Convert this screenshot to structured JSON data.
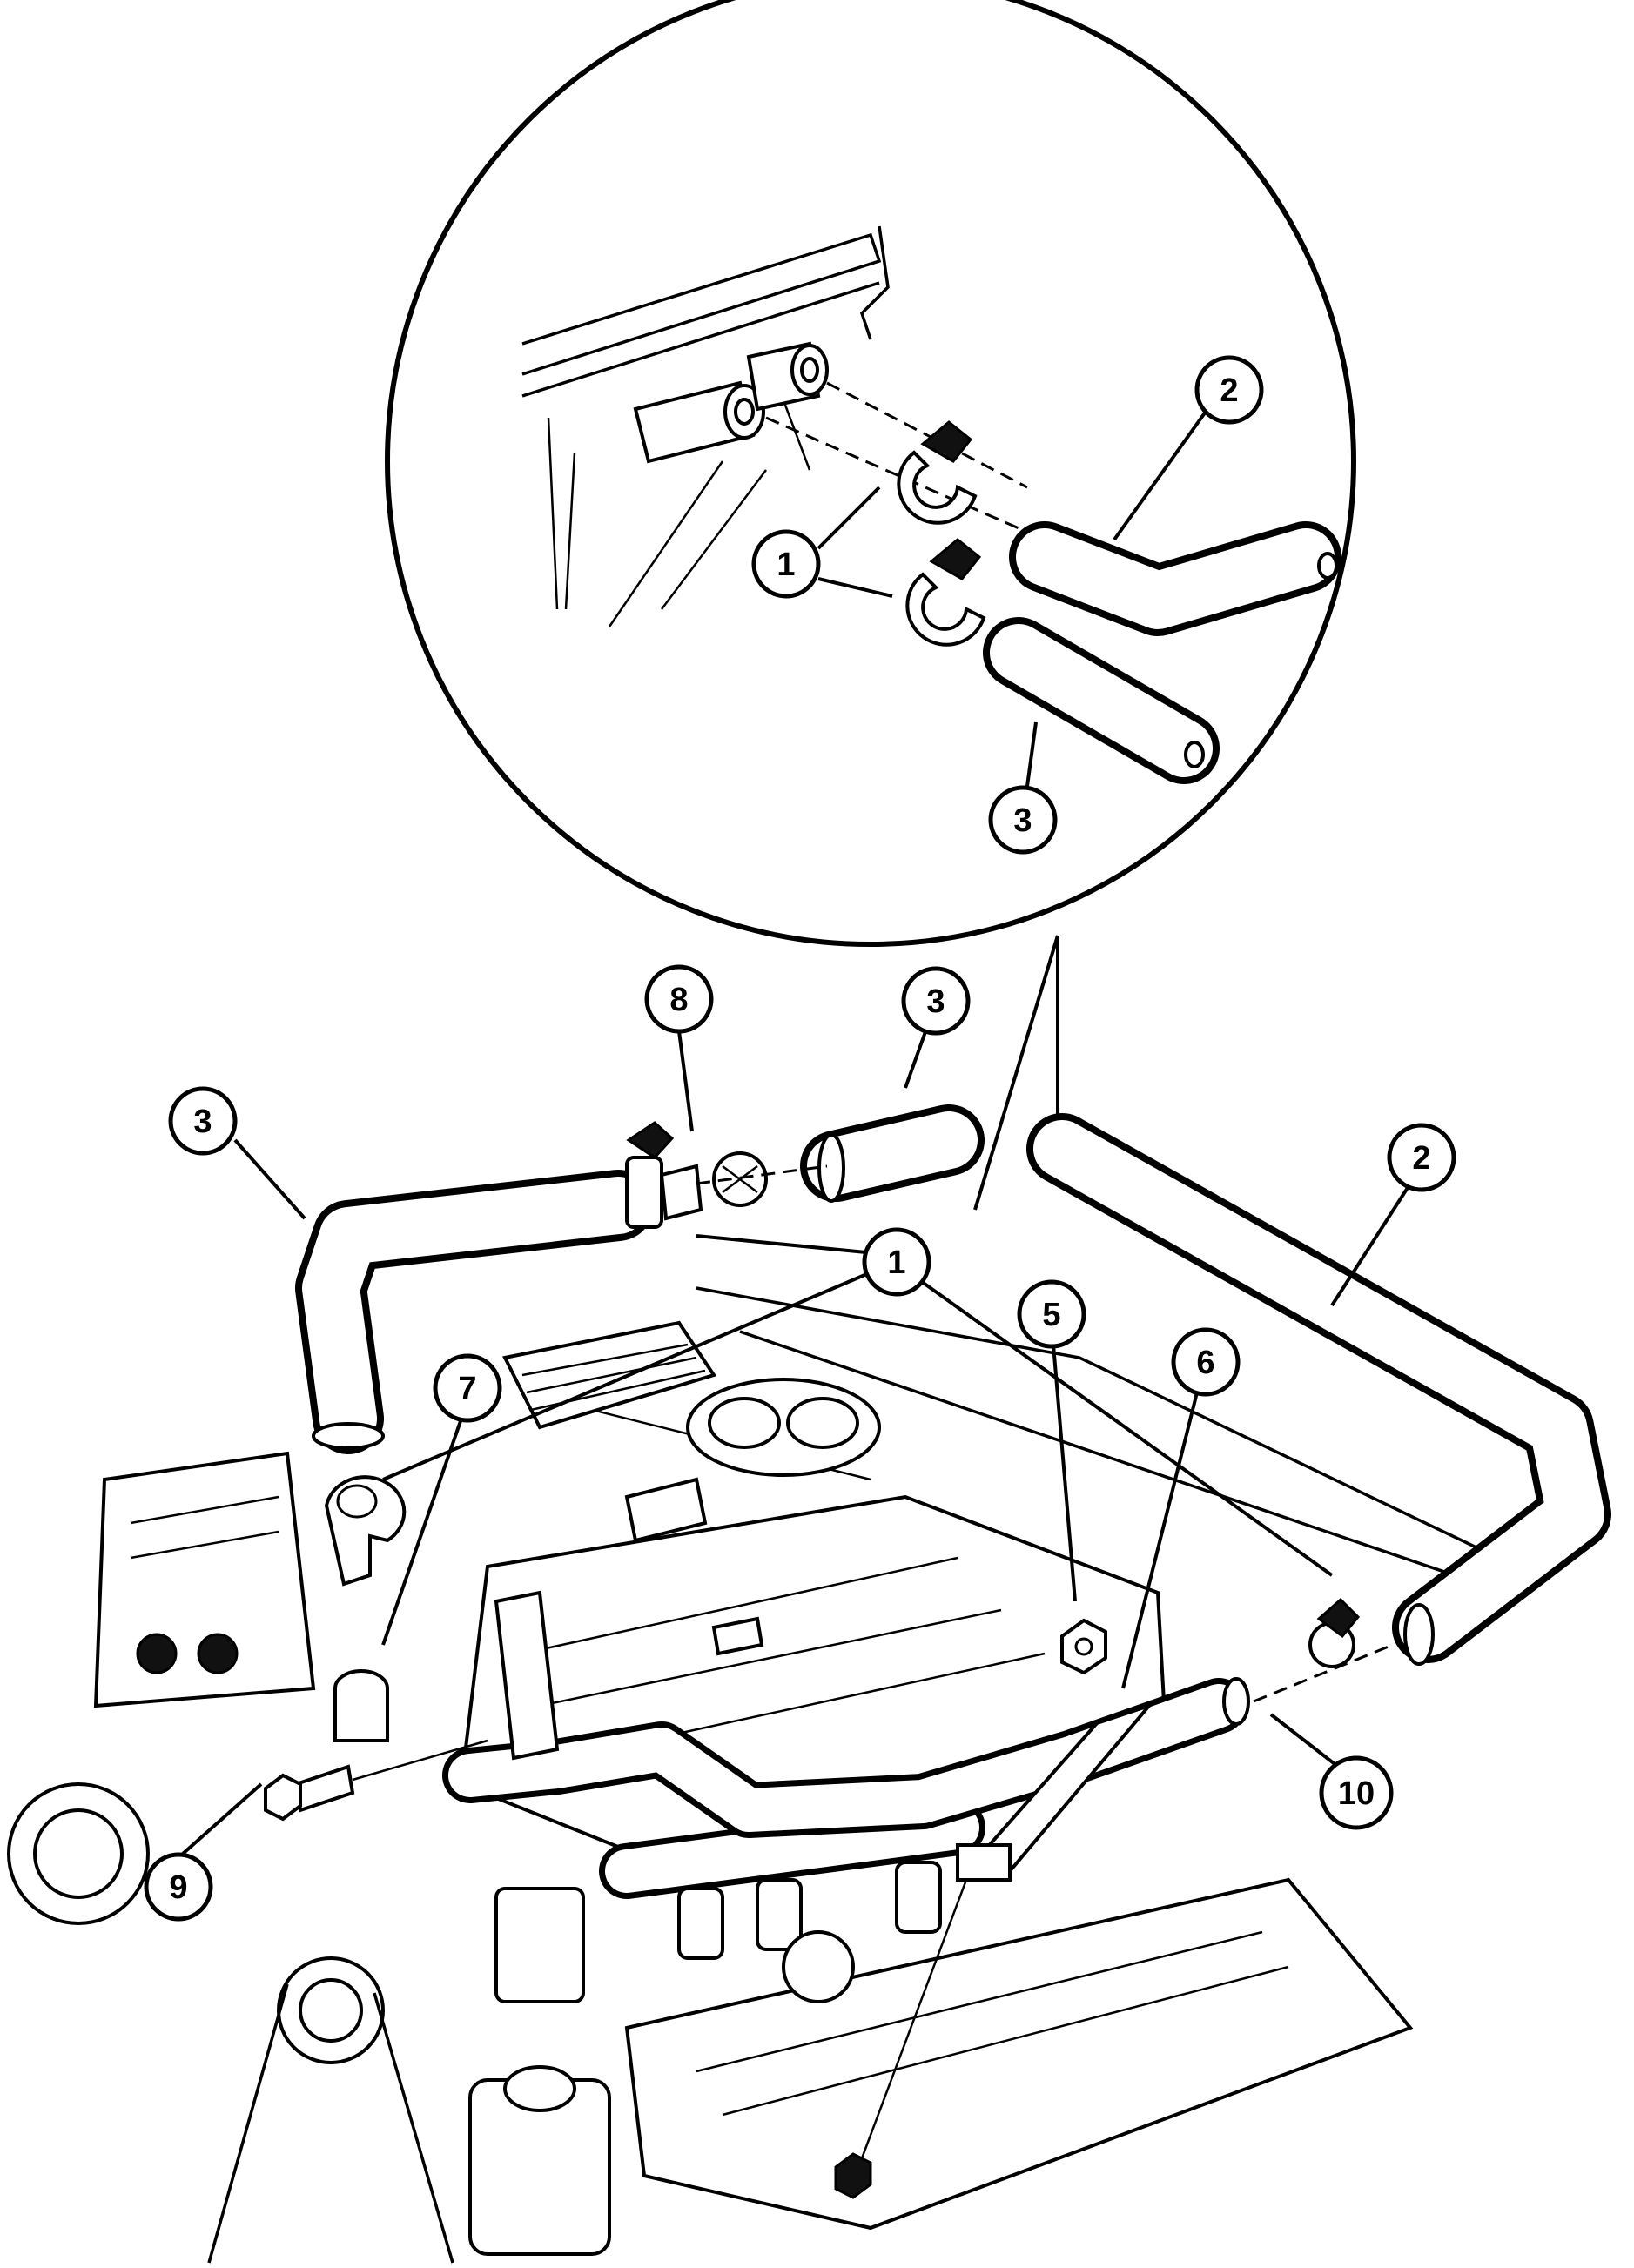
{
  "callouts": [
    {
      "id": "detail-1",
      "label": "1"
    },
    {
      "id": "detail-2",
      "label": "2"
    },
    {
      "id": "detail-3",
      "label": "3"
    },
    {
      "id": "main-1",
      "label": "1"
    },
    {
      "id": "main-2",
      "label": "2"
    },
    {
      "id": "main-3-left",
      "label": "3"
    },
    {
      "id": "main-3-right",
      "label": "3"
    },
    {
      "id": "main-5",
      "label": "5"
    },
    {
      "id": "main-6",
      "label": "6"
    },
    {
      "id": "main-7",
      "label": "7"
    },
    {
      "id": "main-8",
      "label": "8"
    },
    {
      "id": "main-9",
      "label": "9"
    },
    {
      "id": "main-10",
      "label": "10"
    }
  ]
}
